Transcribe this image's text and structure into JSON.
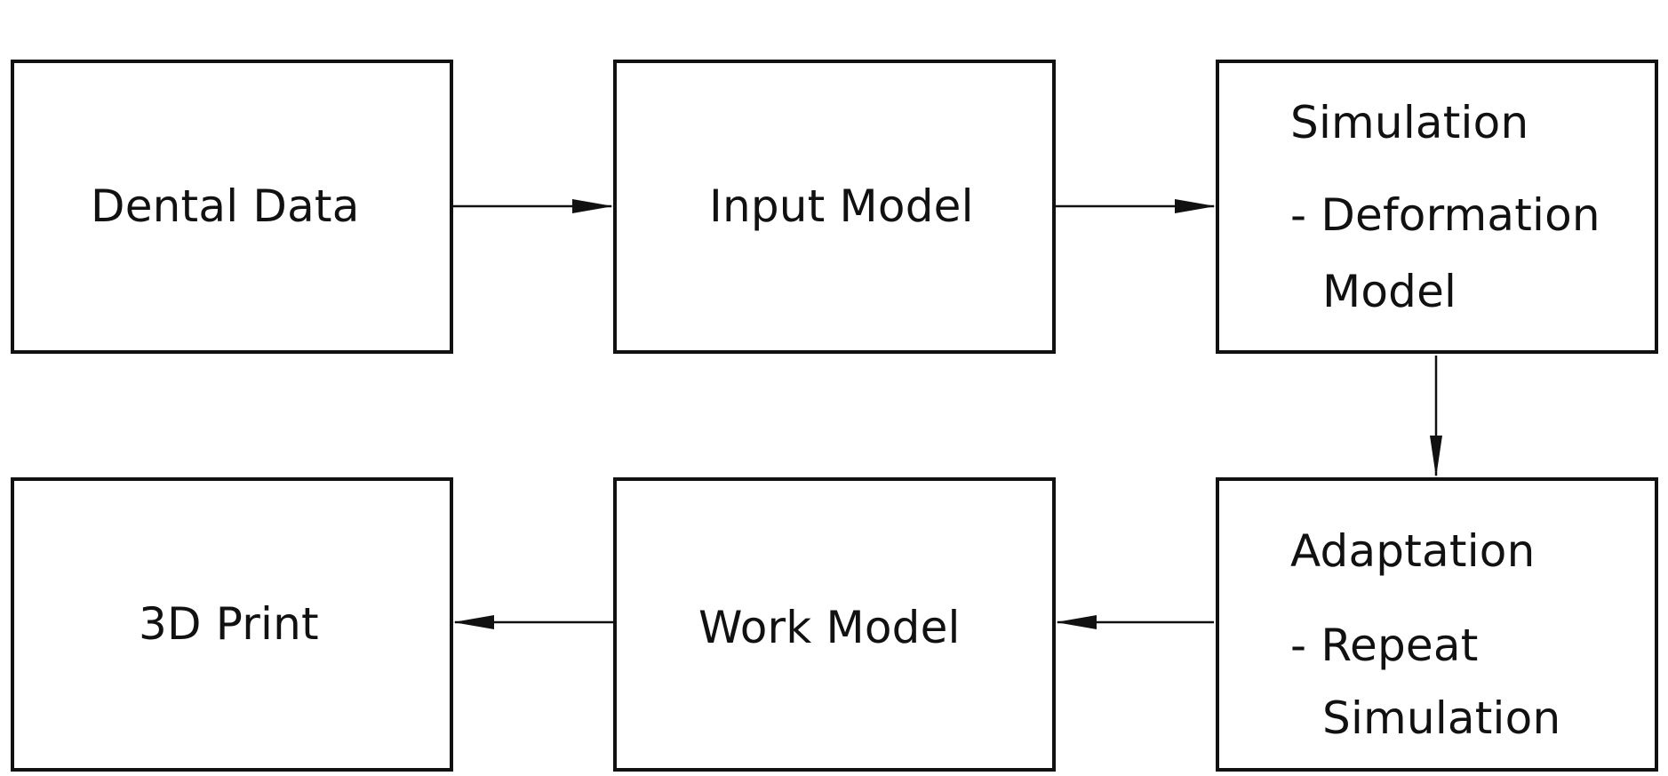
{
  "diagram": {
    "nodes": {
      "dental_data": {
        "label": "Dental Data"
      },
      "input_model": {
        "label": "Input Model"
      },
      "simulation": {
        "title": "Simulation",
        "detail_line1": "- Deformation",
        "detail_line2": "Model"
      },
      "print_3d": {
        "label": "3D Print"
      },
      "work_model": {
        "label": "Work Model"
      },
      "adaptation": {
        "title": "Adaptation",
        "detail_line1": "- Repeat",
        "detail_line2": "Simulation"
      }
    },
    "edges": [
      {
        "from": "Dental Data",
        "to": "Input Model"
      },
      {
        "from": "Input Model",
        "to": "Simulation"
      },
      {
        "from": "Simulation",
        "to": "Adaptation"
      },
      {
        "from": "Adaptation",
        "to": "Work Model"
      },
      {
        "from": "Work Model",
        "to": "3D Print"
      }
    ],
    "colors": {
      "stroke": "#111111",
      "background": "#ffffff"
    }
  }
}
